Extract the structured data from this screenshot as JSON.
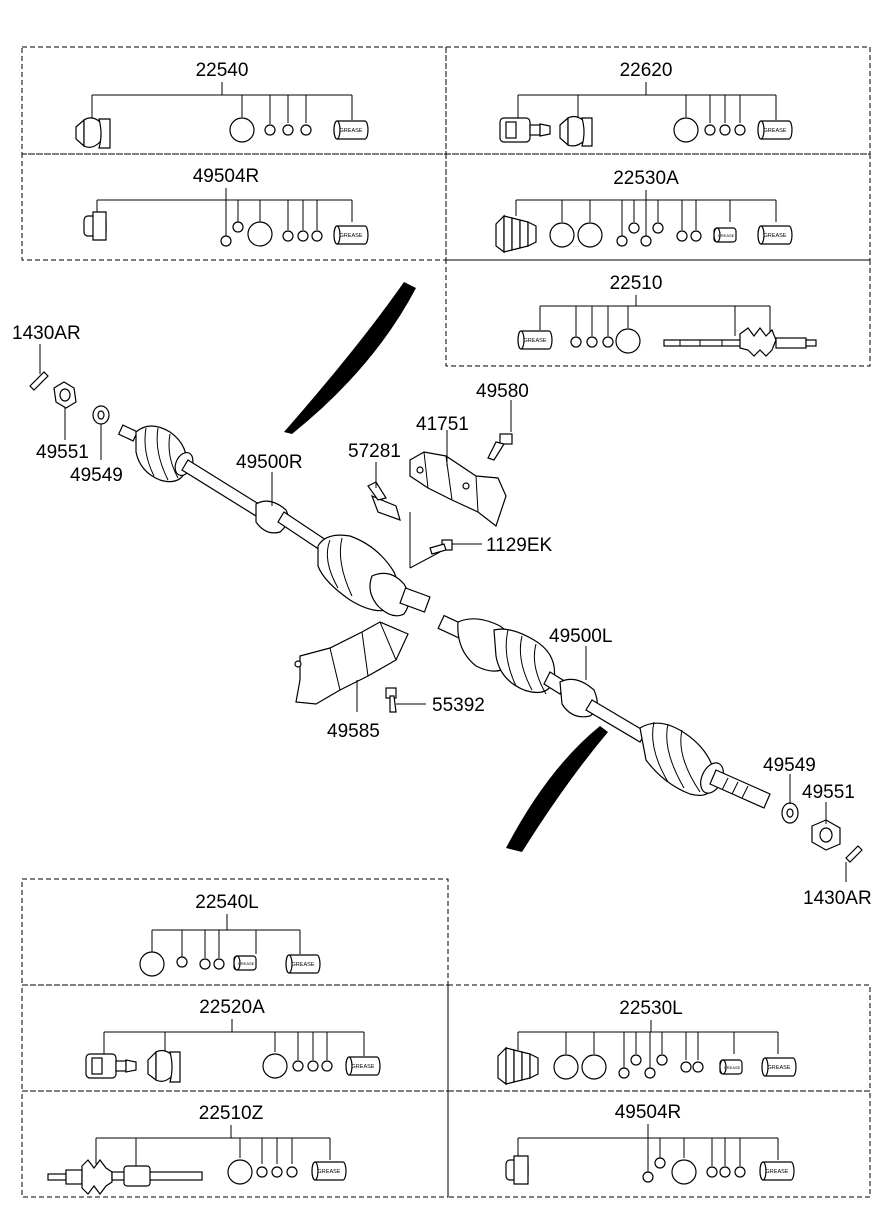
{
  "kit_boxes": [
    {
      "id": "box-22540",
      "label": "22540"
    },
    {
      "id": "box-22620",
      "label": "22620"
    },
    {
      "id": "box-49504r-a",
      "label": "49504R"
    },
    {
      "id": "box-22530a",
      "label": "22530A"
    },
    {
      "id": "box-22510",
      "label": "22510"
    },
    {
      "id": "box-22540l",
      "label": "22540L"
    },
    {
      "id": "box-22520a",
      "label": "22520A"
    },
    {
      "id": "box-22530l",
      "label": "22530L"
    },
    {
      "id": "box-22510z",
      "label": "22510Z"
    },
    {
      "id": "box-49504r-b",
      "label": "49504R"
    }
  ],
  "callouts": {
    "p1430ar_top": "1430AR",
    "p49551_left": "49551",
    "p49549_left": "49549",
    "p49500r": "49500R",
    "p57281": "57281",
    "p41751": "41751",
    "p49580": "49580",
    "p1129ek": "1129EK",
    "p49500l": "49500L",
    "p49585": "49585",
    "p55392": "55392",
    "p49549_right": "49549",
    "p49551_right": "49551",
    "p1430ar_bottom": "1430AR"
  },
  "grease_label": "GREASE",
  "colors": {
    "line": "#000000",
    "background": "#ffffff"
  }
}
